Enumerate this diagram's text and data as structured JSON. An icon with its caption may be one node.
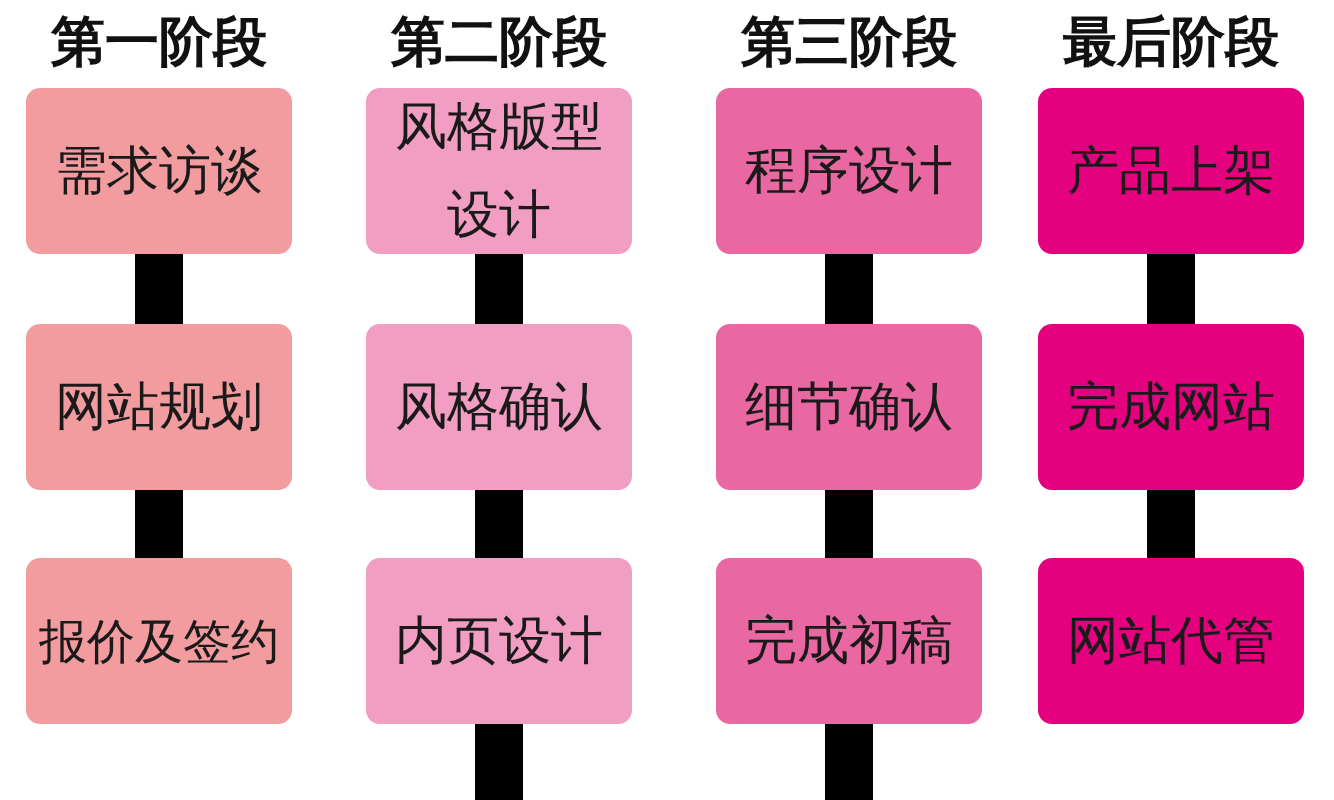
{
  "diagram": {
    "nodes": [
      {
        "text": [
          "需求访谈"
        ]
      },
      {
        "text": [
          "网站规划"
        ]
      },
      {
        "text": [
          "报价及签约"
        ]
      },
      {
        "text": [
          "风格版型设计"
        ]
      },
      {
        "text": [
          "风格确认"
        ]
      },
      {
        "text": [
          "内页设计"
        ]
      },
      {
        "text": [
          "程序设计"
        ]
      },
      {
        "text": [
          "细节确认"
        ]
      },
      {
        "text": [
          "完成初稿"
        ]
      },
      {
        "text": [
          "产品上架"
        ]
      },
      {
        "text": [
          "完成网站"
        ]
      },
      {
        "text": [
          "网站代管"
        ]
      }
    ],
    "edges": [
      {
        "from": 0,
        "to": 1,
        "arrow": "none"
      },
      {
        "from": 1,
        "to": 2,
        "arrow": "none"
      },
      {
        "from": 3,
        "to": 4,
        "arrow": "none"
      },
      {
        "from": 4,
        "to": 5,
        "arrow": "none"
      },
      {
        "from": 5,
        "to": null,
        "arrow": "none"
      },
      {
        "from": 6,
        "to": 7,
        "arrow": "none"
      },
      {
        "from": 7,
        "to": 8,
        "arrow": "none"
      },
      {
        "from": 8,
        "to": null,
        "arrow": "none"
      },
      {
        "from": 9,
        "to": 10,
        "arrow": "none"
      },
      {
        "from": 10,
        "to": 11,
        "arrow": "none"
      }
    ],
    "labels": [
      "第一阶段",
      "第二阶段",
      "第三阶段",
      "最后阶段"
    ]
  }
}
